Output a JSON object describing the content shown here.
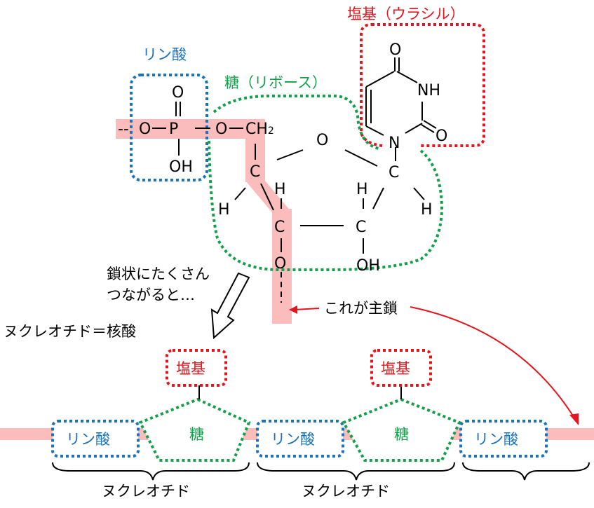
{
  "colors": {
    "base": "#e8141c",
    "phosphate": "#1a72bd",
    "sugar": "#14a04a",
    "backbone_highlight": "#fbbcbc",
    "arrow": "#e8141c"
  },
  "top": {
    "base_label": "塩基（ウラシル）",
    "phosphate_label": "リン酸",
    "sugar_label": "糖（リボース）",
    "atoms": {
      "O": "O",
      "P": "P",
      "OH": "OH",
      "CH": "CH",
      "sub2": "2",
      "C": "C",
      "H": "H",
      "N": "N",
      "NH": "NH",
      "dashes": "--"
    }
  },
  "middle": {
    "chain_note_line1": "鎖状にたくさん",
    "chain_note_line2": "つながると…",
    "main_chain_label": "これが主鎖",
    "nucleic_acid_label": "ヌクレオチド＝核酸"
  },
  "bottom": {
    "units": [
      {
        "phosphate": "リン酸",
        "sugar": "糖",
        "base": "塩基",
        "nucleotide": "ヌクレオチド"
      },
      {
        "phosphate": "リン酸",
        "sugar": "糖",
        "base": "塩基",
        "nucleotide": "ヌクレオチド"
      },
      {
        "phosphate": "リン酸"
      }
    ]
  }
}
